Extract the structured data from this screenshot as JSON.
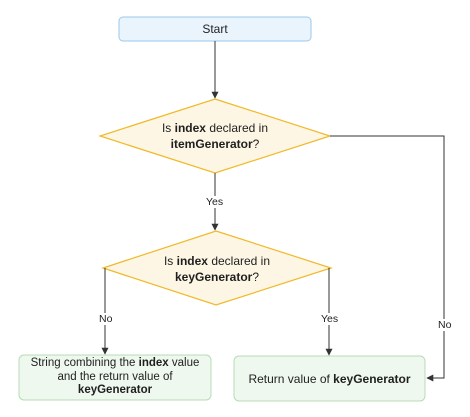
{
  "nodes": {
    "start": {
      "label": "Start"
    },
    "decision_item": {
      "pre": "Is ",
      "bold1": "index",
      "mid": " declared in",
      "bold2": "itemGenerator",
      "post": "?"
    },
    "decision_key": {
      "pre": "Is ",
      "bold1": "index",
      "mid": " declared in",
      "bold2": "keyGenerator",
      "post": "?"
    },
    "result_combined": {
      "pre": "String combining the ",
      "bold1": "index",
      "mid": " value and the return value of",
      "bold2": "keyGenerator"
    },
    "result_key": {
      "pre": "Return value of ",
      "bold1": "keyGenerator"
    }
  },
  "edges": {
    "item_yes": "Yes",
    "item_no": "No",
    "key_no": "No",
    "key_yes": "Yes"
  },
  "colors": {
    "start_fill": "#e9f4fd",
    "start_stroke": "#9cc8ea",
    "decision_fill": "#fdf6e4",
    "decision_stroke": "#f0b928",
    "result_fill": "#eef8ee",
    "result_stroke": "#b6dcb6",
    "line": "#333333"
  }
}
